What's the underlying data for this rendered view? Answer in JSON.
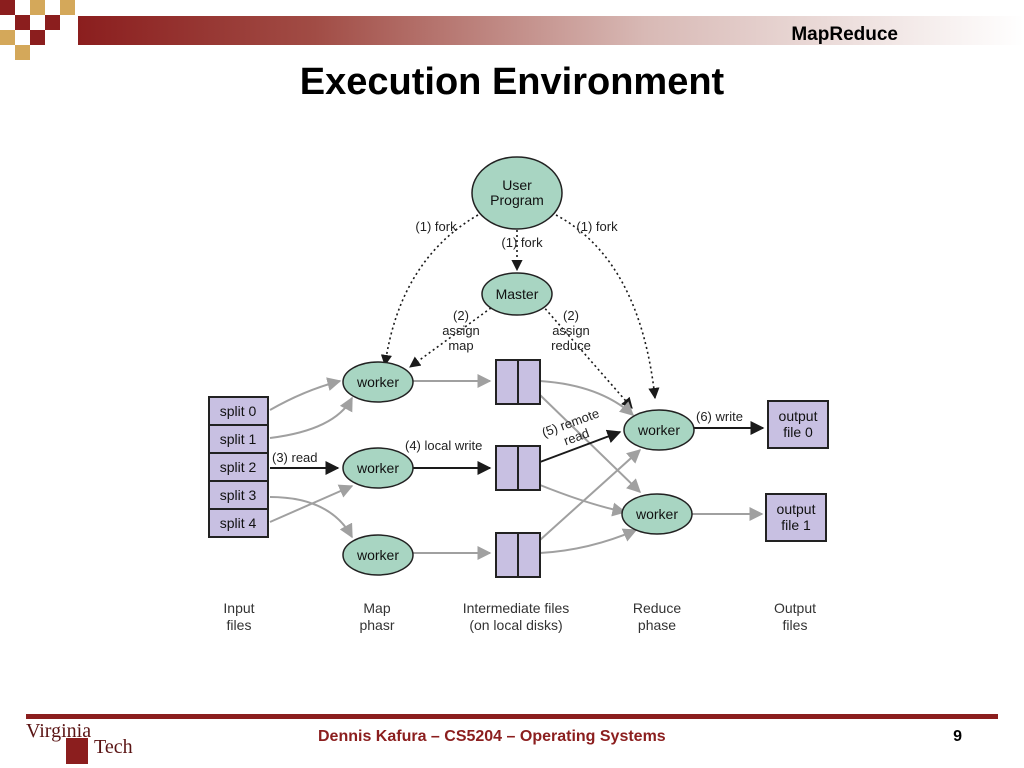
{
  "header": {
    "section_title": "MapReduce"
  },
  "slide": {
    "title": "Execution Environment"
  },
  "diagram": {
    "nodes": {
      "user_program": [
        "User",
        "Program"
      ],
      "master": "Master",
      "map_worker": "worker",
      "reduce_worker": "worker",
      "input_splits": [
        "split 0",
        "split 1",
        "split 2",
        "split 3",
        "split 4"
      ],
      "output_file_0": [
        "output",
        "file 0"
      ],
      "output_file_1": [
        "output",
        "file 1"
      ]
    },
    "edge_labels": {
      "fork_left": "(1) fork",
      "fork_middle": "(1) fork",
      "fork_right": "(1) fork",
      "assign_map": [
        "(2)",
        "assign",
        "map"
      ],
      "assign_reduce": [
        "(2)",
        "assign",
        "reduce"
      ],
      "read": "(3) read",
      "local_write": "(4) local write",
      "remote_read": [
        "(5) remote",
        "read"
      ],
      "write": "(6) write"
    },
    "stages": {
      "input": [
        "Input",
        "files"
      ],
      "map": [
        "Map",
        "phasr"
      ],
      "intermediate": [
        "Intermediate files",
        "(on local disks)"
      ],
      "reduce": [
        "Reduce",
        "phase"
      ],
      "output": [
        "Output",
        "files"
      ]
    },
    "colors": {
      "worker_fill": "#a8d5c2",
      "file_fill": "#c8c0e2",
      "dark_arrow": "#1a1a1a",
      "gray_arrow": "#a0a0a0"
    }
  },
  "footer": {
    "text": "Dennis Kafura – CS5204 – Operating Systems",
    "page_number": "9",
    "logo_text": "Virginia Tech"
  }
}
